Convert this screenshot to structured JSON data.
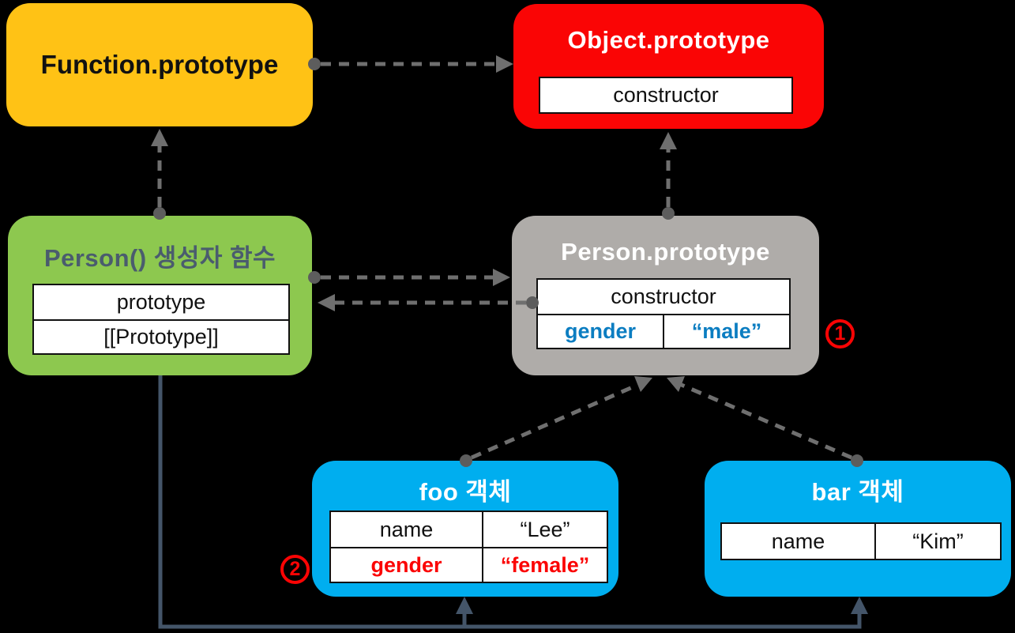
{
  "diagram": {
    "title": "JavaScript prototype chain diagram",
    "colors": {
      "background": "#000000",
      "function_prototype_box": "#FFC215",
      "object_prototype_box": "#FA0505",
      "person_constructor_box": "#8DC84F",
      "person_prototype_box": "#AFACA9",
      "instance_box": "#00AEEF",
      "accent_blue_text": "#0B7DC1",
      "accent_red_text": "#FB0404",
      "green_title_text": "#4A5C6E",
      "dashed_arrow": "#6F6F6F",
      "solid_arrow": "#445569"
    },
    "boxes": {
      "function_prototype": {
        "title": "Function.prototype"
      },
      "object_prototype": {
        "title": "Object.prototype",
        "rows": [
          {
            "key": "constructor"
          }
        ]
      },
      "person_constructor": {
        "title": "Person() 생성자 함수",
        "rows": [
          {
            "key": "prototype"
          },
          {
            "key": "[[Prototype]]"
          }
        ]
      },
      "person_prototype": {
        "title": "Person.prototype",
        "rows": [
          {
            "key": "constructor"
          },
          {
            "key": "gender",
            "value": "“male”"
          }
        ],
        "badge": "1"
      },
      "foo_object": {
        "title": "foo 객체",
        "rows": [
          {
            "key": "name",
            "value": "“Lee”"
          },
          {
            "key": "gender",
            "value": "“female”"
          }
        ],
        "badge": "2"
      },
      "bar_object": {
        "title": "bar 객체",
        "rows": [
          {
            "key": "name",
            "value": "“Kim”"
          }
        ]
      }
    }
  }
}
